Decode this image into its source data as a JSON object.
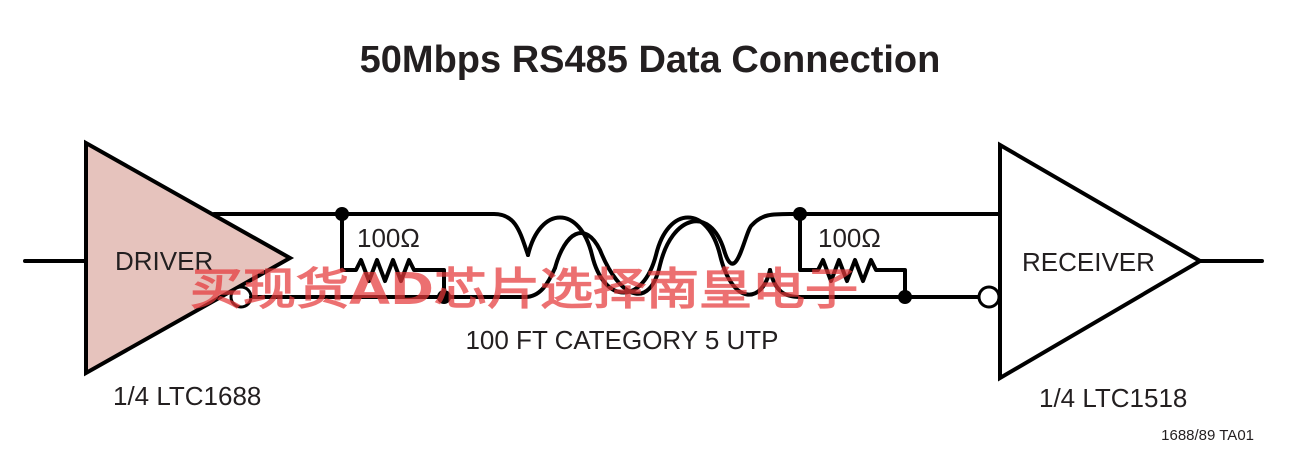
{
  "title": "50Mbps RS485 Data Connection",
  "driver": {
    "label": "DRIVER",
    "part": "1/4 LTC1688",
    "fill_color": "#e6c3bd"
  },
  "receiver": {
    "label": "RECEIVER",
    "part": "1/4 LTC1518"
  },
  "resistor_left": {
    "value": "100Ω"
  },
  "resistor_right": {
    "value": "100Ω"
  },
  "cable": {
    "label": "100 FT CATEGORY 5 UTP"
  },
  "figure_id": "1688/89 TA01",
  "watermark": {
    "text": "买现货AD芯片选择南皇电子",
    "color": "#e5393a"
  }
}
